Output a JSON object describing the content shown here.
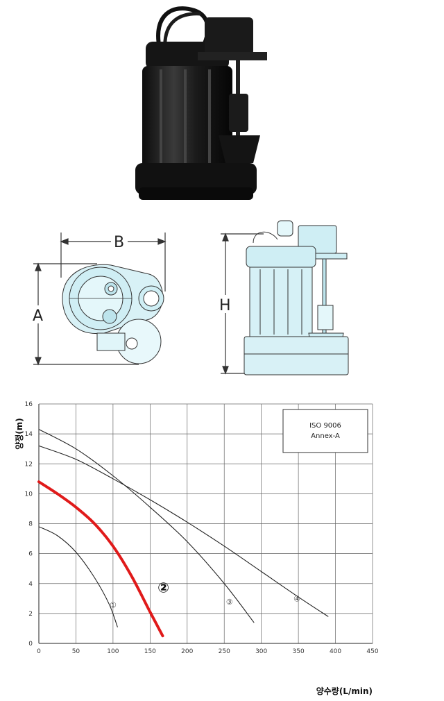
{
  "dimensions": {
    "a_label": "A",
    "b_label": "B",
    "h_label": "H"
  },
  "chart_data": {
    "type": "line",
    "xlabel": "양수량(L/min)",
    "ylabel": "양정(m)",
    "xlim": [
      0,
      450
    ],
    "ylim": [
      0,
      16
    ],
    "xticks": [
      0,
      50,
      100,
      150,
      200,
      250,
      300,
      350,
      400,
      450
    ],
    "yticks": [
      0,
      2,
      4,
      6,
      8,
      10,
      12,
      14,
      16
    ],
    "grid": true,
    "annotation_box": {
      "line1": "ISO 9006",
      "line2": "Annex-A"
    },
    "series": [
      {
        "name": "①",
        "color": "#222222",
        "highlight": false,
        "label_at": [
          100,
          2.4
        ],
        "points": [
          [
            0,
            7.8
          ],
          [
            25,
            7.2
          ],
          [
            50,
            6.1
          ],
          [
            75,
            4.4
          ],
          [
            95,
            2.6
          ],
          [
            106,
            1.1
          ]
        ]
      },
      {
        "name": "②",
        "color": "#e01a1a",
        "highlight": true,
        "label_at": [
          168,
          3.4
        ],
        "points": [
          [
            0,
            10.8
          ],
          [
            25,
            10.0
          ],
          [
            50,
            9.1
          ],
          [
            75,
            8.0
          ],
          [
            100,
            6.5
          ],
          [
            125,
            4.5
          ],
          [
            150,
            2.1
          ],
          [
            167,
            0.5
          ]
        ]
      },
      {
        "name": "③",
        "color": "#222222",
        "highlight": false,
        "label_at": [
          257,
          2.6
        ],
        "points": [
          [
            0,
            14.3
          ],
          [
            50,
            13.0
          ],
          [
            100,
            11.2
          ],
          [
            150,
            9.1
          ],
          [
            200,
            6.8
          ],
          [
            250,
            4.0
          ],
          [
            290,
            1.4
          ]
        ]
      },
      {
        "name": "④",
        "color": "#222222",
        "highlight": false,
        "label_at": [
          348,
          2.8
        ],
        "points": [
          [
            0,
            13.2
          ],
          [
            50,
            12.3
          ],
          [
            100,
            11.0
          ],
          [
            150,
            9.6
          ],
          [
            200,
            8.1
          ],
          [
            250,
            6.5
          ],
          [
            300,
            4.8
          ],
          [
            350,
            3.1
          ],
          [
            390,
            1.8
          ]
        ]
      }
    ]
  }
}
